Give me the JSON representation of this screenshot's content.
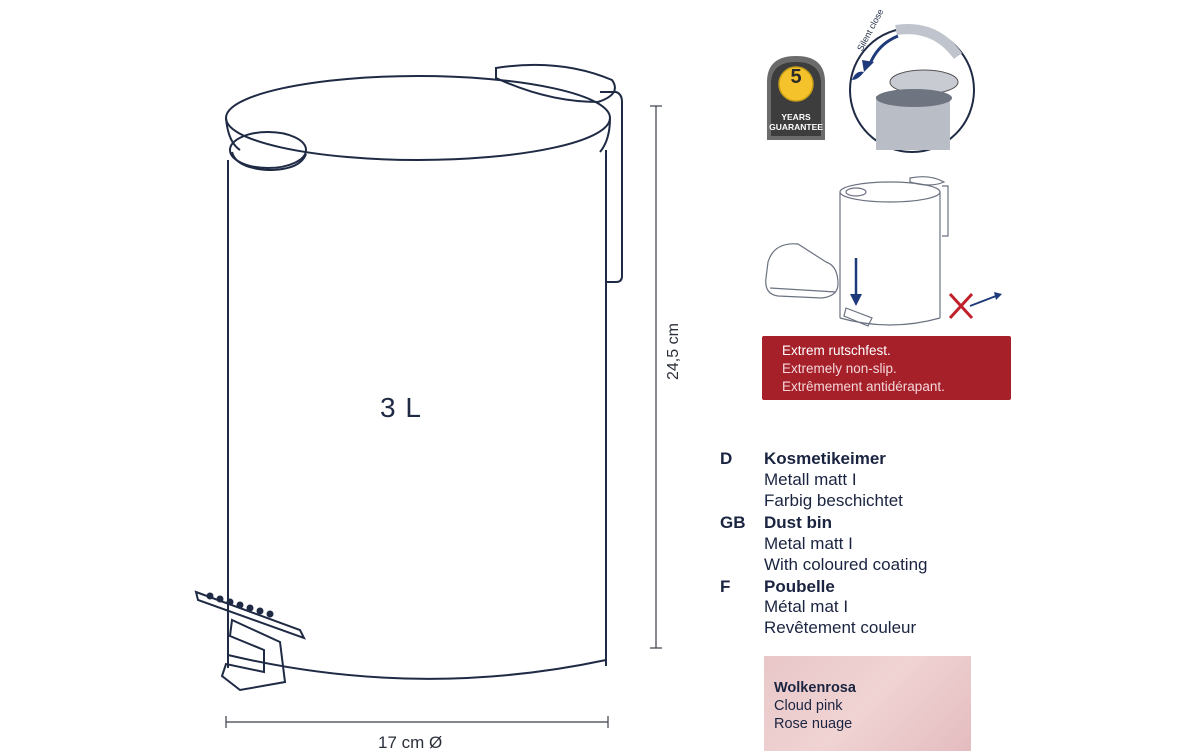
{
  "product": {
    "capacity": "3 L",
    "width": "17 cm Ø",
    "height": "24,5 cm"
  },
  "guarantee": {
    "number": "5",
    "line1": "YEARS",
    "line2": "GUARANTEE"
  },
  "feature": {
    "silent_close": "Silent close"
  },
  "banner": {
    "de": "Extrem rutschfest.",
    "en": "Extremely non-slip.",
    "fr": "Extrêmement antidérapant."
  },
  "descriptions": [
    {
      "lang": "D",
      "title": "Kosmetikeimer",
      "line1": "Metall matt I",
      "line2": "Farbig beschichtet"
    },
    {
      "lang": "GB",
      "title": "Dust bin",
      "line1": "Metal matt I",
      "line2": "With coloured coating"
    },
    {
      "lang": "F",
      "title": "Poubelle",
      "line1": "Métal mat I",
      "line2": "Revêtement couleur"
    }
  ],
  "color": {
    "de": "Wolkenrosa",
    "en": "Cloud pink",
    "fr": "Rose nuage"
  },
  "colors": {
    "navy": "#1f2a44",
    "banner_red": "#a6202a",
    "swatch_pink": "#ecc9cb"
  }
}
